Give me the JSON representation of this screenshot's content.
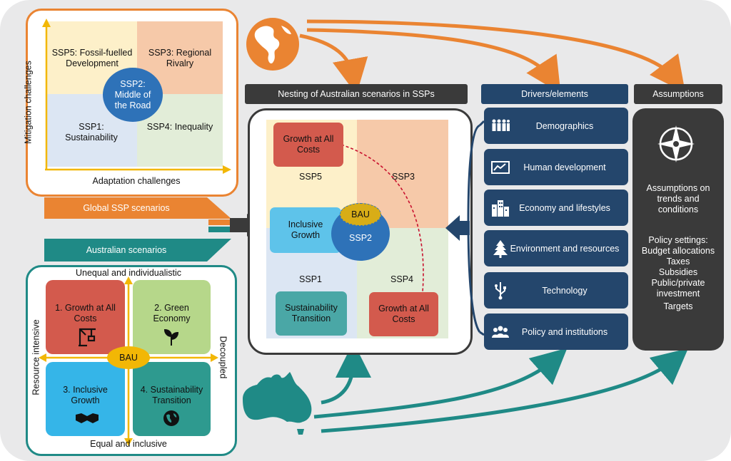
{
  "ssp_panel": {
    "y_axis": "Mitigation challenges",
    "x_axis": "Adaptation challenges",
    "ssp5": "SSP5: Fossil-fuelled Development",
    "ssp3": "SSP3: Regional Rivalry",
    "ssp1": "SSP1: Sustainability",
    "ssp4": "SSP4: Inequality",
    "ssp2": "SSP2: Middle of the Road"
  },
  "banners": {
    "global": "Global SSP scenarios",
    "australian": "Australian scenarios"
  },
  "aus_panel": {
    "top": "Unequal and individualistic",
    "bottom": "Equal and inclusive",
    "left": "Resource intensive",
    "right": "Decoupled",
    "q1": "1. Growth at All Costs",
    "q2": "2. Green Economy",
    "q3": "3. Inclusive Growth",
    "q4": "4. Sustainability Transition",
    "center": "BAU"
  },
  "nesting": {
    "title": "Nesting of Australian scenarios in SSPs",
    "growth_top": "Growth at All Costs",
    "ssp5": "SSP5",
    "ssp3": "SSP3",
    "inclusive": "Inclusive Growth",
    "bau": "BAU",
    "ssp2": "SSP2",
    "ssp1": "SSP1",
    "ssp4": "SSP4",
    "sustainability": "Sustainability Transition",
    "growth_bottom": "Growth at All Costs"
  },
  "drivers": {
    "title": "Drivers/elements",
    "items": [
      {
        "label": "Demographics",
        "icon": "people-icon"
      },
      {
        "label": "Human development",
        "icon": "chart-icon"
      },
      {
        "label": "Economy and lifestyles",
        "icon": "buildings-icon"
      },
      {
        "label": "Environment and resources",
        "icon": "tree-icon"
      },
      {
        "label": "Technology",
        "icon": "usb-icon"
      },
      {
        "label": "Policy and institutions",
        "icon": "group-icon"
      }
    ]
  },
  "assumptions": {
    "title": "Assumptions",
    "trends": "Assumptions on trends and conditions",
    "policy_title": "Policy settings:",
    "policy_items": [
      "Budget allocations",
      "Taxes",
      "Subsidies",
      "Public/private investment",
      "Targets"
    ]
  },
  "colors": {
    "orange": "#ea8432",
    "teal": "#1f8a86",
    "navy": "#24466c",
    "red": "#d35a4d",
    "ssp2_blue": "#2e72b8",
    "bau_yellow": "#f2b705"
  }
}
